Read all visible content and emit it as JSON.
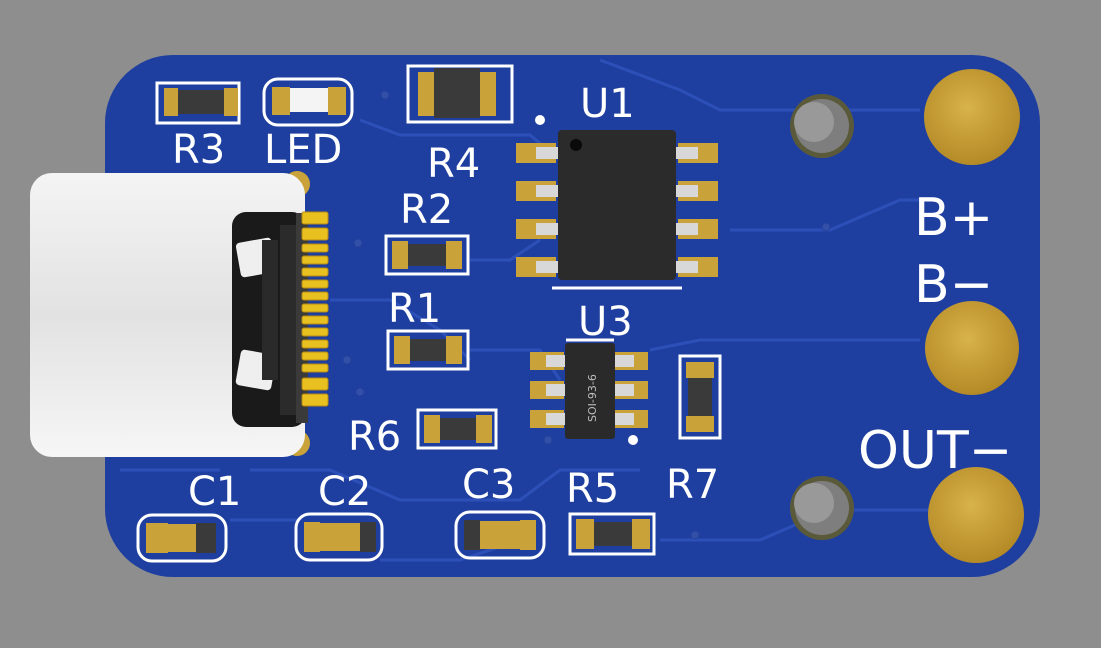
{
  "board": {
    "substrate_color": "#1f3fa0",
    "trace_color": "#2c50b8",
    "silkscreen_color": "#ffffff",
    "pad_color": "#c9a23a",
    "background_color": "#8e8e8e"
  },
  "labels": {
    "r3": "R3",
    "led": "LED",
    "r4": "R4",
    "r2": "R2",
    "r1": "R1",
    "r6": "R6",
    "u1": "U1",
    "u3": "U3",
    "r7": "R7",
    "r5": "R5",
    "c1": "C1",
    "c2": "C2",
    "c3": "C3",
    "b_plus": "B+",
    "b_minus": "B−",
    "out_minus": "OUT−",
    "u3_marking": "SOI-93-6"
  }
}
